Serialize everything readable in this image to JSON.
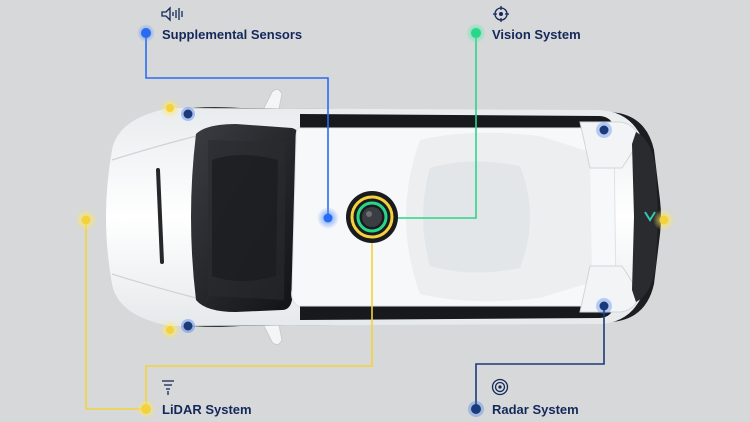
{
  "labels": {
    "supplemental": "Supplemental Sensors",
    "vision": "Vision System",
    "lidar": "LiDAR System",
    "radar": "Radar System"
  },
  "icons": {
    "supplemental": "speaker-icon",
    "vision": "camera-aperture-icon",
    "lidar": "lidar-beam-icon",
    "radar": "radar-icon"
  },
  "colors": {
    "background": "#d6d8d9",
    "label_text": "#14285a",
    "supplemental": "#2a6cf0",
    "vision": "#2ad68a",
    "lidar": "#f4d23c",
    "radar": "#1a3a7a"
  }
}
